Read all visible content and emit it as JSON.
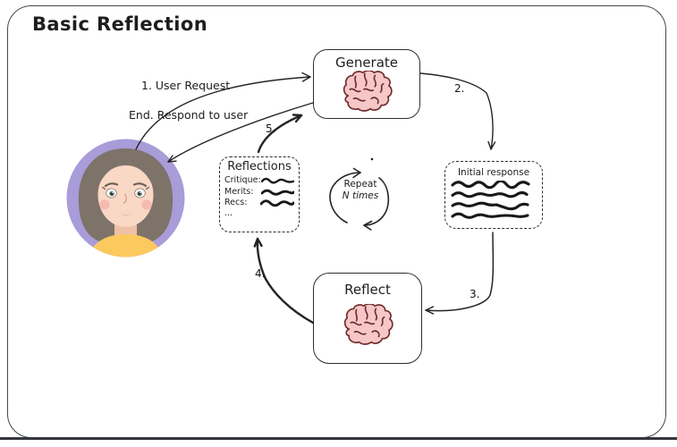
{
  "title": "Basic Reflection",
  "nodes": {
    "generate": {
      "label": "Generate"
    },
    "reflect": {
      "label": "Reflect"
    },
    "initial_response": {
      "label": "Initial response"
    },
    "reflections": {
      "label": "Reflections",
      "rows": [
        "Critique:",
        "Merits:",
        "Recs:",
        "..."
      ]
    },
    "repeat_loop": {
      "line1": "Repeat",
      "line2": "N times"
    }
  },
  "arrows": {
    "user_request": {
      "label": "1. User Request"
    },
    "respond": {
      "label": "End. Respond to user"
    },
    "step2": {
      "label": "2."
    },
    "step3": {
      "label": "3."
    },
    "step4": {
      "label": "4."
    },
    "step5": {
      "label": "5."
    }
  },
  "colors": {
    "ink": "#1f1f1f",
    "frame": "#45484c",
    "brain_fill": "#f7c7c7",
    "brain_stroke": "#6e2c2c",
    "avatar_bg": "#a89cd9",
    "avatar_hair": "#7e7369",
    "avatar_skin": "#f9d8c5",
    "avatar_shirt": "#fcc95f"
  }
}
